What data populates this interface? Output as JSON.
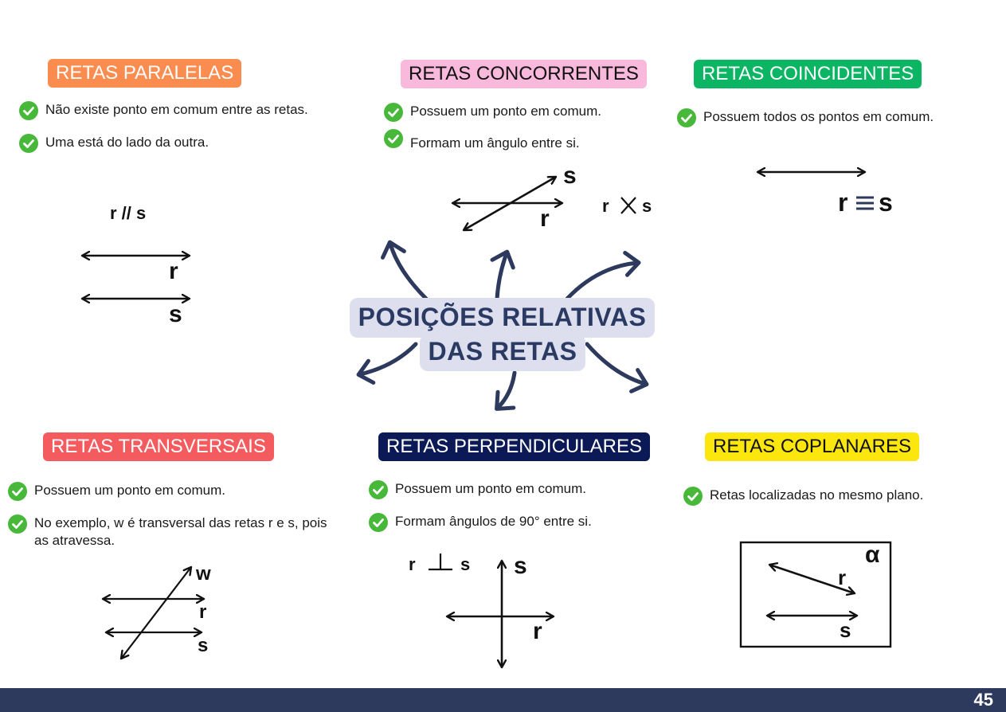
{
  "center": {
    "title_line1": "POSIÇÕES RELATIVAS",
    "title_line2": "DAS RETAS",
    "bg_color": "#dedfee",
    "text_color": "#2b3a63"
  },
  "sections": {
    "paralelas": {
      "label": "RETAS PARALELAS",
      "label_bg": "#fb8c4f",
      "bullets": [
        "Não existe ponto em comum entre as retas.",
        "Uma está do lado da outra."
      ],
      "notation": "r // s",
      "line_labels": [
        "r",
        "s"
      ]
    },
    "concorrentes": {
      "label": "RETAS CONCORRENTES",
      "label_bg": "#f8b9dc",
      "bullets": [
        "Possuem um ponto em comum.",
        "Formam um ângulo entre si."
      ],
      "notation_left": "r",
      "notation_right": "s",
      "line_labels": [
        "s",
        "r"
      ]
    },
    "coincidentes": {
      "label": "RETAS COINCIDENTES",
      "label_bg": "#0bb563",
      "bullets": [
        "Possuem todos os pontos em comum."
      ],
      "notation_left": "r",
      "notation_right": "s"
    },
    "transversais": {
      "label": "RETAS TRANSVERSAIS",
      "label_bg": "#f45b5e",
      "bullets": [
        "Possuem um ponto em comum.",
        "No exemplo, w é transversal das retas r e s, pois as atravessa."
      ],
      "line_labels": [
        "w",
        "r",
        "s"
      ]
    },
    "perpendiculares": {
      "label": "RETAS PERPENDICULARES",
      "label_bg": "#0b1957",
      "bullets": [
        "Possuem um ponto em comum.",
        "Formam ângulos de 90° entre si."
      ],
      "notation_left": "r",
      "notation_right": "s",
      "line_labels": [
        "s",
        "r"
      ]
    },
    "coplanares": {
      "label": "RETAS COPLANARES",
      "label_bg": "#fbe70e",
      "bullets": [
        "Retas localizadas no mesmo plano."
      ],
      "plane_label": "α",
      "line_labels": [
        "r",
        "s"
      ]
    }
  },
  "icons": {
    "bullet": "check-circle-icon",
    "check_color": "#48b83a"
  },
  "footer": {
    "page_number": "45",
    "bg_color": "#2d3a5e"
  }
}
